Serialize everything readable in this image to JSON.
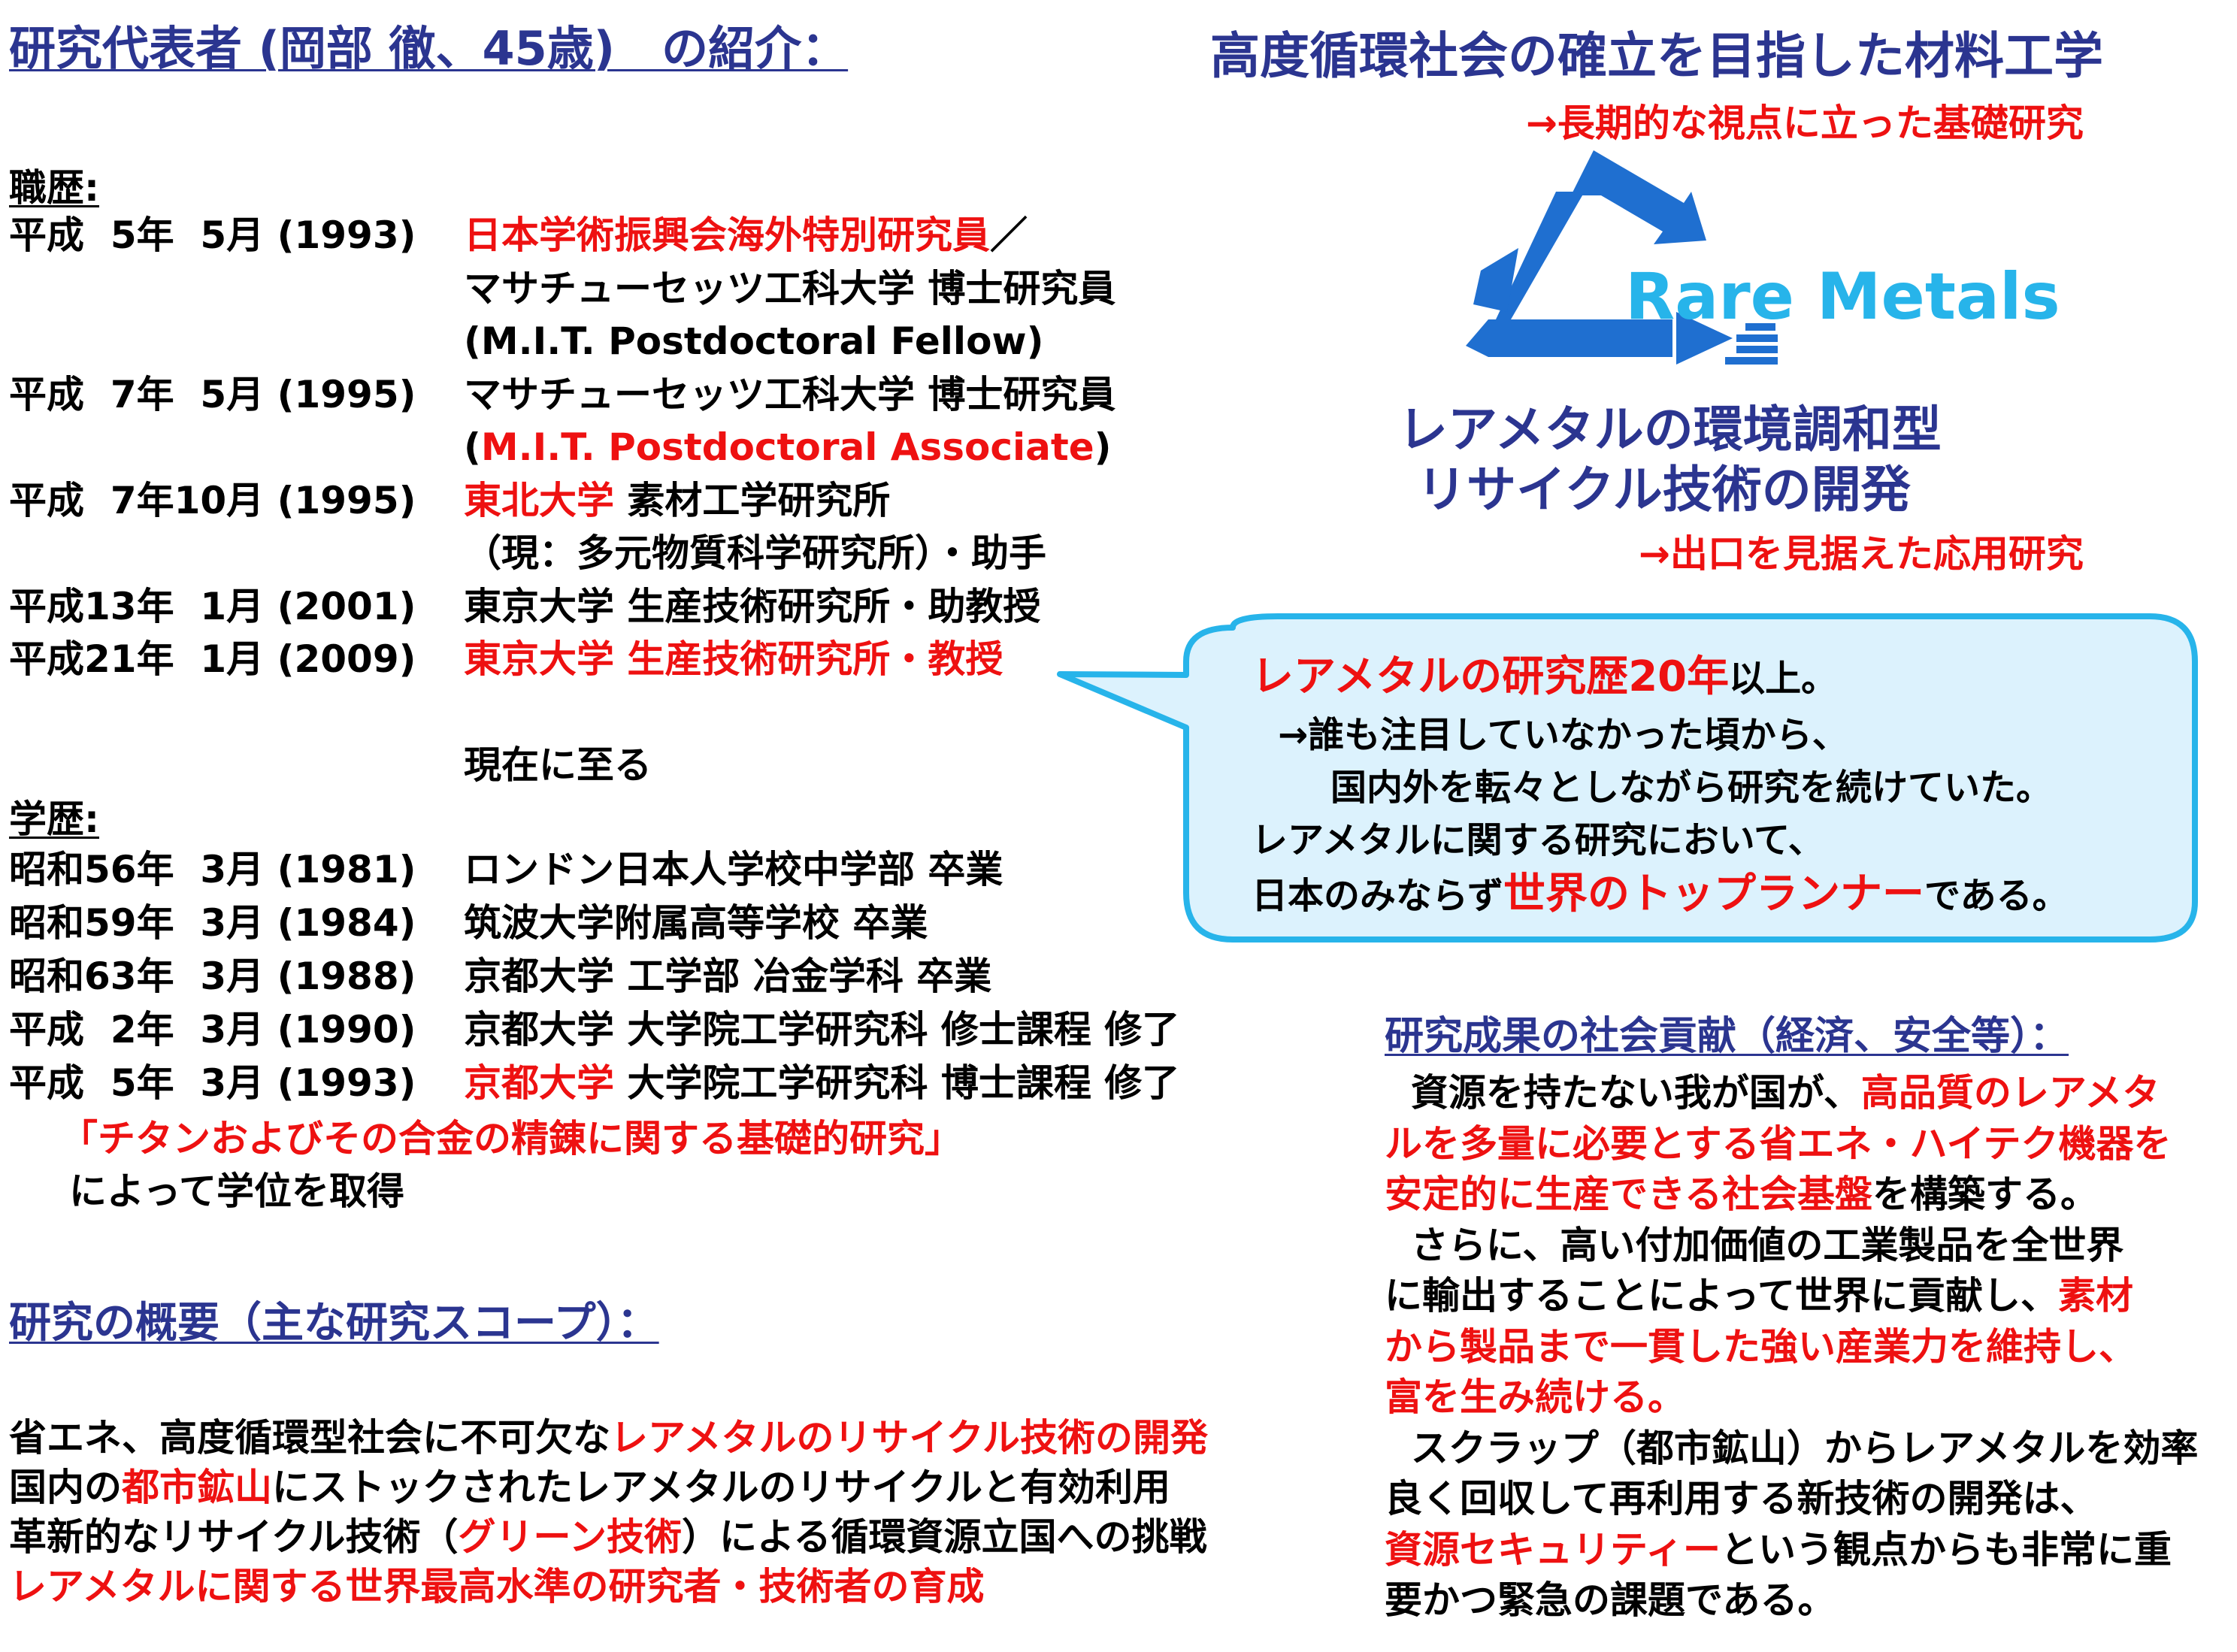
{
  "title": "研究代表者 (岡部 徹、45歳)　の紹介：",
  "right_title": "高度循環社会の確立を目指した材料工学",
  "arrow_note_1": "→長期的な視点に立った基礎研究",
  "logo_text": "Rare Metals",
  "theme_line_1": "レアメタルの環境調和型",
  "theme_line_2": "リサイクル技術の開発",
  "arrow_note_2": "→出口を見据えた応用研究",
  "career": {
    "heading": "職歴:",
    "rows": [
      {
        "date": "平成  5年  5月 (1993)",
        "segments": [
          {
            "text": "日本学術振興会海外特別研究員",
            "red": true
          },
          {
            "text": "／",
            "red": false
          }
        ]
      },
      {
        "date": "",
        "segments": [
          {
            "text": "マサチューセッツ工科大学 博士研究員",
            "red": false
          }
        ]
      },
      {
        "date": "",
        "segments": [
          {
            "text": "(M.I.T. Postdoctoral Fellow)",
            "red": false
          }
        ]
      },
      {
        "date": "平成  7年  5月 (1995)",
        "segments": [
          {
            "text": "マサチューセッツ工科大学 博士研究員",
            "red": false
          }
        ]
      },
      {
        "date": "",
        "segments": [
          {
            "text": "(",
            "red": false
          },
          {
            "text": "M.I.T. Postdoctoral Associate",
            "red": true
          },
          {
            "text": ")",
            "red": false
          }
        ]
      },
      {
        "date": "平成  7年10月 (1995)",
        "segments": [
          {
            "text": "東北大学",
            "red": true
          },
          {
            "text": " 素材工学研究所",
            "red": false
          }
        ]
      },
      {
        "date": "",
        "segments": [
          {
            "text": "（現：多元物質科学研究所）・助手",
            "red": false
          }
        ]
      },
      {
        "date": "平成13年  1月 (2001)",
        "segments": [
          {
            "text": "東京大学 生産技術研究所・助教授",
            "red": false
          }
        ]
      },
      {
        "date": "平成21年  1月 (2009)",
        "segments": [
          {
            "text": "東京大学 生産技術研究所・教授",
            "red": true
          }
        ]
      }
    ],
    "current": "現在に至る"
  },
  "education": {
    "heading": "学歴:",
    "rows": [
      {
        "date": "昭和56年  3月 (1981)",
        "segments": [
          {
            "text": "ロンドン日本人学校中学部 卒業",
            "red": false
          }
        ]
      },
      {
        "date": "昭和59年  3月 (1984)",
        "segments": [
          {
            "text": "筑波大学附属高等学校 卒業",
            "red": false
          }
        ]
      },
      {
        "date": "昭和63年  3月 (1988)",
        "segments": [
          {
            "text": "京都大学 工学部 冶金学科 卒業",
            "red": false
          }
        ]
      },
      {
        "date": "平成  2年  3月 (1990)",
        "segments": [
          {
            "text": "京都大学 大学院工学研究科 修士課程 修了",
            "red": false
          }
        ]
      },
      {
        "date": "平成  5年  3月 (1993)",
        "segments": [
          {
            "text": "京都大学",
            "red": true
          },
          {
            "text": " 大学院工学研究科 博士課程 修了",
            "red": false
          }
        ]
      }
    ],
    "thesis": "「チタンおよびその合金の精錬に関する基礎的研究」",
    "degree": "によって学位を取得"
  },
  "bubble": {
    "lines": [
      [
        {
          "text": "レアメタルの研究歴20年",
          "red": true,
          "big": true
        },
        {
          "text": "以上。",
          "red": false
        }
      ],
      [
        {
          "text": "→誰も注目していなかった頃から、",
          "red": false
        }
      ],
      [
        {
          "text": "国内外を転々としながら研究を続けていた。",
          "red": false
        }
      ],
      [
        {
          "text": "レアメタルに関する研究において、",
          "red": false
        }
      ],
      [
        {
          "text": "日本のみならず",
          "red": false
        },
        {
          "text": "世界のトップランナー",
          "red": true,
          "big": true
        },
        {
          "text": "である。",
          "red": false
        }
      ]
    ]
  },
  "summary": {
    "heading": "研究の概要（主な研究スコープ）：",
    "lines": [
      [
        {
          "text": "省エネ、高度循環型社会に不可欠な",
          "red": false
        },
        {
          "text": "レアメタルのリサイクル技術の開発",
          "red": true
        }
      ],
      [
        {
          "text": "国内の",
          "red": false
        },
        {
          "text": "都市鉱山",
          "red": true
        },
        {
          "text": "にストックされたレアメタルのリサイクルと有効利用",
          "red": false
        }
      ],
      [
        {
          "text": "革新的なリサイクル技術（",
          "red": false
        },
        {
          "text": "グリーン技術",
          "red": true
        },
        {
          "text": "）による循環資源立国への挑戦",
          "red": false
        }
      ],
      [
        {
          "text": "レアメタルに関する世界最高水準の研究者・技術者の育成",
          "red": true
        }
      ]
    ]
  },
  "contribution": {
    "heading": "研究成果の社会貢献（経済、安全等）：",
    "lines": [
      [
        {
          "text": "  資源を持たない我が国が、",
          "red": false
        },
        {
          "text": "高品質のレアメタ",
          "red": true
        }
      ],
      [
        {
          "text": "ルを多量に必要とする省エネ・ハイテク機器を",
          "red": true
        }
      ],
      [
        {
          "text": "安定的に生産できる社会基盤",
          "red": true
        },
        {
          "text": "を構築する。",
          "red": false
        }
      ],
      [
        {
          "text": "  さらに、高い付加価値の工業製品を全世界",
          "red": false
        }
      ],
      [
        {
          "text": "に輸出することによって世界に貢献し、",
          "red": false
        },
        {
          "text": "素材",
          "red": true
        }
      ],
      [
        {
          "text": "から製品まで一貫した強い産業力を維持し、",
          "red": true
        }
      ],
      [
        {
          "text": "富を生み続ける。",
          "red": true
        }
      ],
      [
        {
          "text": "  スクラップ（都市鉱山）からレアメタルを効率",
          "red": false
        }
      ],
      [
        {
          "text": "良く回収して再利用する新技術の開発は、",
          "red": false
        }
      ],
      [
        {
          "text": "資源セキュリティー",
          "red": true
        },
        {
          "text": "という観点からも非常に重",
          "red": false
        }
      ],
      [
        {
          "text": "要かつ緊急の課題である。",
          "red": false
        }
      ]
    ]
  },
  "colors": {
    "red": "#ee1111",
    "navy": "#2b3590",
    "logo_blue": "#1f6fd0",
    "logo_cyan": "#27b4ea",
    "bubble_fill": "#dcf2fd",
    "bubble_border": "#27b4ea"
  }
}
